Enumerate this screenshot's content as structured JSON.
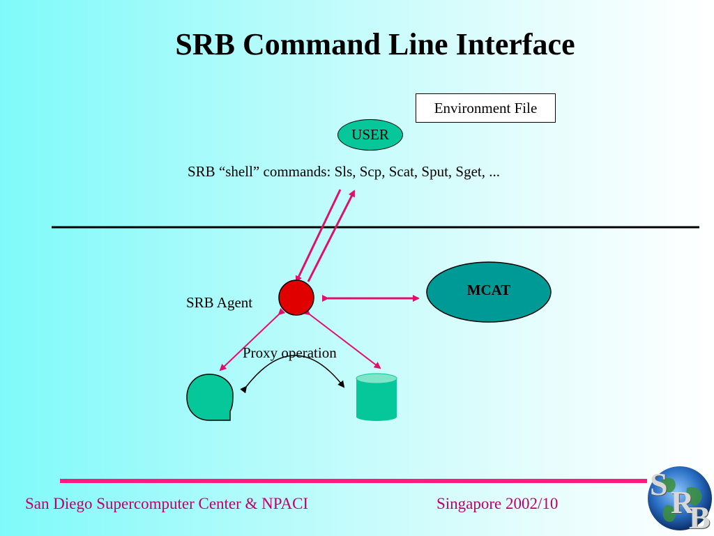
{
  "slide": {
    "title": "SRB Command Line Interface",
    "environment_file": "Environment File",
    "user": "USER",
    "shell_commands": "SRB “shell” commands: Sls, Scp, Scat, Sput, Sget, ...",
    "srb_agent": "SRB Agent",
    "mcat": "MCAT",
    "proxy_operation": "Proxy operation"
  },
  "footer": {
    "left": "San Diego Supercomputer Center  &  NPACI",
    "right": "Singapore 2002/10"
  },
  "logo": {
    "letters": [
      "S",
      "R",
      "B"
    ]
  },
  "colors": {
    "arrow": "#e0106a",
    "footer_bar": "#ff1a80",
    "agent_node": "#e00000",
    "teal_fill": "#06c79a",
    "mcat_fill": "#009a96",
    "footer_text": "#c0006a"
  }
}
